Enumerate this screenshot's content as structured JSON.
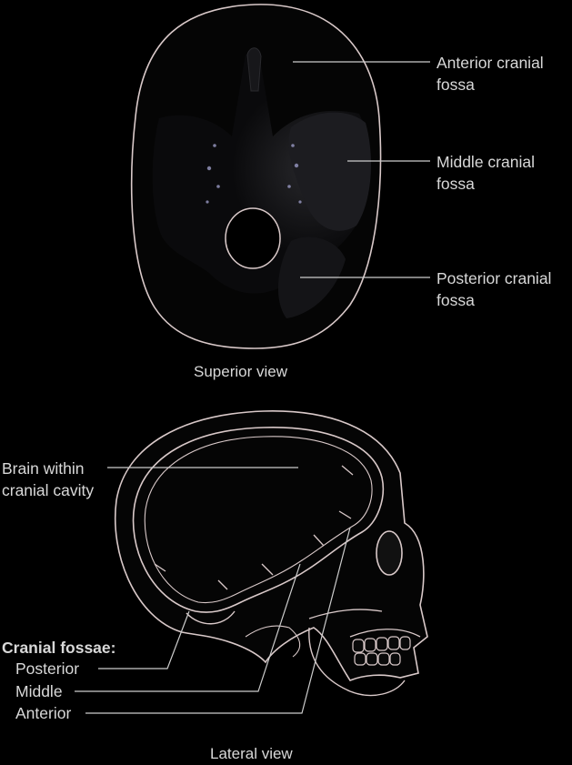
{
  "superior": {
    "anterior_l1": "Anterior cranial",
    "anterior_l2": "fossa",
    "middle_l1": "Middle cranial",
    "middle_l2": "fossa",
    "posterior_l1": "Posterior cranial",
    "posterior_l2": "fossa",
    "caption": "Superior view"
  },
  "lateral": {
    "brain_l1": "Brain within",
    "brain_l2": "cranial cavity",
    "fossae_heading": "Cranial fossae:",
    "posterior": "Posterior",
    "middle": "Middle",
    "anterior": "Anterior",
    "caption": "Lateral view"
  },
  "colors": {
    "background": "#000000",
    "outline": "#d9c9c9",
    "leader": "#cccccc",
    "text": "#d8d8d8"
  }
}
